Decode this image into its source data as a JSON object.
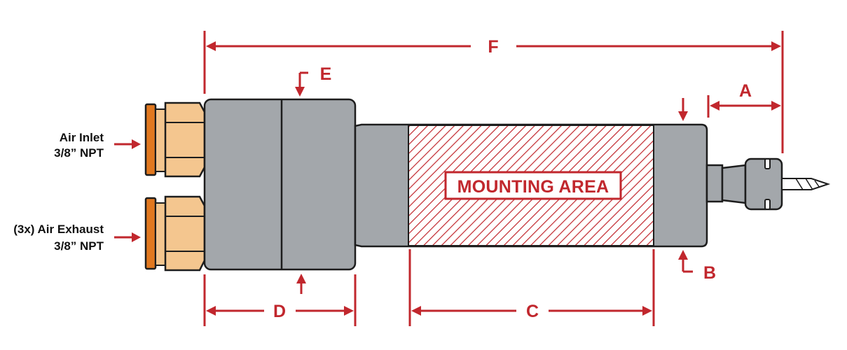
{
  "colors": {
    "accent_red": "#c1272d",
    "body_gray": "#a3a7ab",
    "outline": "#1d1d1d",
    "fitting_tan": "#f4c68f",
    "fitting_orange": "#e1781f"
  },
  "ports": {
    "inlet": {
      "line1": "Air Inlet",
      "line2": "3/8” NPT"
    },
    "exhaust": {
      "line1": "(3x) Air Exhaust",
      "line2": "3/8” NPT"
    }
  },
  "mounting_area": {
    "label": "MOUNTING AREA"
  },
  "dimensions": {
    "A": "A",
    "B": "B",
    "C": "C",
    "D": "D",
    "E": "E",
    "F": "F"
  },
  "icons": {
    "arrow": "arrow-icon",
    "tool": "drill-bit-icon"
  }
}
